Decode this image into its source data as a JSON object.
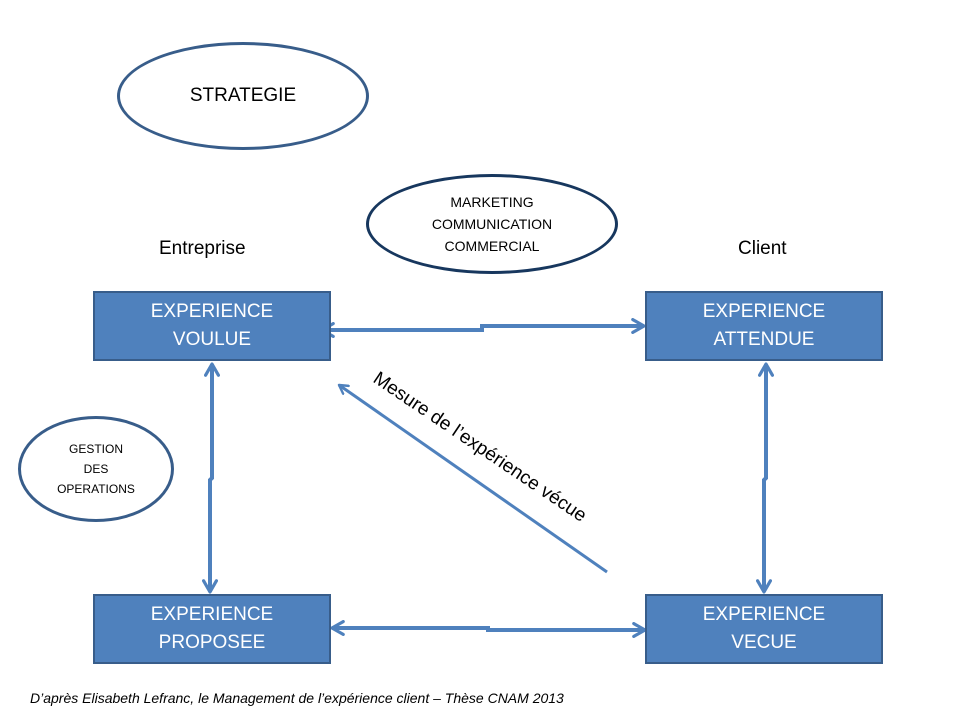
{
  "title": "Experience client diagram",
  "colors": {
    "box_fill": "#4f81bd",
    "box_border": "#385d8a",
    "arrow": "#4f81bd",
    "ellipse_border": "#385d8a",
    "ellipse_border_dark": "#17375e"
  },
  "ellipses": {
    "strategy": {
      "lines": [
        "STRATEGIE"
      ]
    },
    "marketing": {
      "lines": [
        "MARKETING",
        "COMMUNICATION",
        "COMMERCIAL"
      ]
    },
    "gestion": {
      "lines": [
        "GESTION",
        "DES",
        "OPERATIONS"
      ]
    }
  },
  "column_labels": {
    "left": "Entreprise",
    "right": "Client"
  },
  "boxes": {
    "voulue": {
      "line1": "EXPERIENCE",
      "line2": "VOULUE"
    },
    "attendue": {
      "line1": "EXPERIENCE",
      "line2": "ATTENDUE"
    },
    "proposee": {
      "line1": "EXPERIENCE",
      "line2": "PROPOSEE"
    },
    "vecue": {
      "line1": "EXPERIENCE",
      "line2": "VECUE"
    }
  },
  "connections": [
    {
      "from": "voulue",
      "to": "attendue",
      "type": "bidirectional"
    },
    {
      "from": "voulue",
      "to": "proposee",
      "type": "bidirectional"
    },
    {
      "from": "attendue",
      "to": "vecue",
      "type": "bidirectional"
    },
    {
      "from": "proposee",
      "to": "vecue",
      "type": "bidirectional"
    },
    {
      "from": "vecue",
      "to": "voulue",
      "type": "directional",
      "label": "Mesure de l’expérience vécue"
    }
  ],
  "diagonal_label": "Mesure de l’expérience vécue",
  "source": "D’après Elisabeth Lefranc,  le Management de l’expérience client – Thèse CNAM 2013"
}
